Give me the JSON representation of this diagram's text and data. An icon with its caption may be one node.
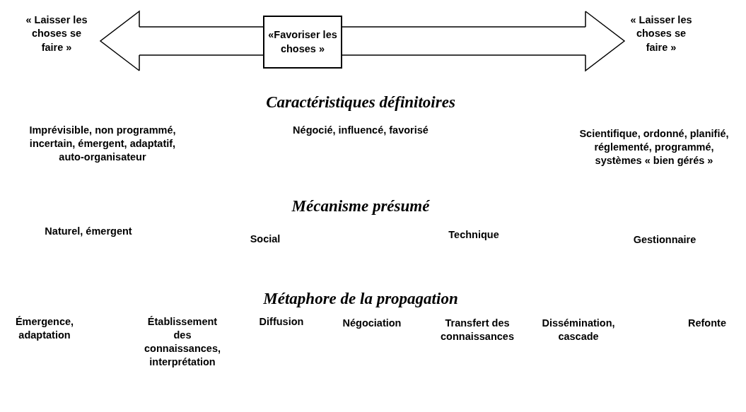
{
  "diagram": {
    "nodes": [
      {
        "text": [
          "« Laisser les choses se faire »"
        ]
      },
      {
        "text": [
          "«Favoriser les choses »"
        ]
      },
      {
        "text": [
          "« Laisser les choses se faire »"
        ]
      }
    ],
    "edges": [
      {
        "from": 1,
        "to": 0,
        "arrow": "to"
      },
      {
        "from": 1,
        "to": 2,
        "arrow": "to"
      }
    ],
    "labels": [
      "Caractéristiques définitoires",
      "Imprévisible, non programmé, incertain, émergent, adaptatif, auto-organisateur",
      "Négocié, influencé, favorisé",
      "Scientifique, ordonné, planifié, réglementé, programmé, systèmes « bien gérés »",
      "Mécanisme présumé",
      "Naturel, émergent",
      "Social",
      "Technique",
      "Gestionnaire",
      "Métaphore de la propagation",
      "Émergence, adaptation",
      "Établissement des connaissances, interprétation",
      "Diffusion",
      "Négociation",
      "Transfert des connaissances",
      "Dissémination, cascade",
      "Refonte"
    ]
  }
}
